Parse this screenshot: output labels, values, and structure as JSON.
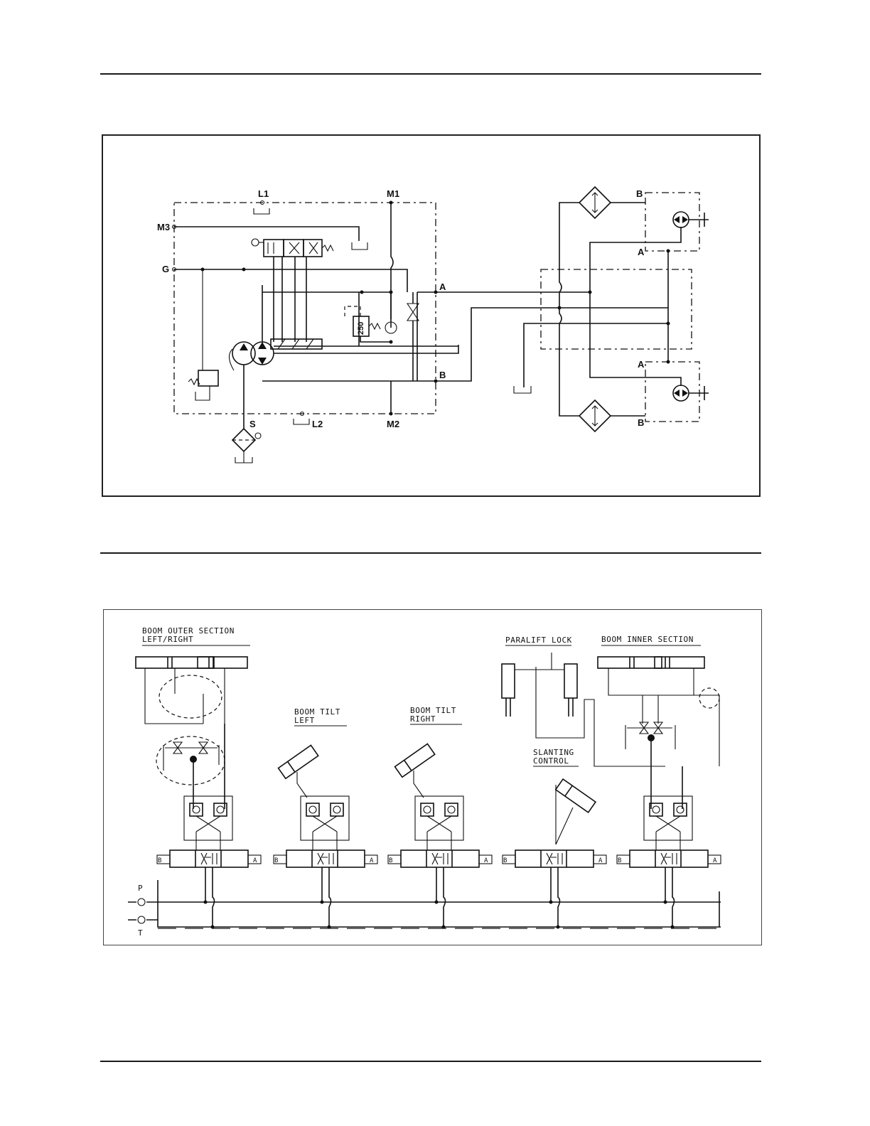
{
  "figure1": {
    "ports": {
      "l1": "L1",
      "m1": "M1",
      "m3": "M3",
      "g": "G",
      "a": "A",
      "b": "B",
      "s": "S",
      "l2": "L2",
      "m2": "M2",
      "motor_top_b": "B",
      "motor_top_a": "A",
      "motor_bot_a": "A",
      "motor_bot_b": "B"
    },
    "relief_setting": "250"
  },
  "figure2": {
    "labels": {
      "boom_outer_1": "BOOM OUTER SECTION",
      "boom_outer_2": "LEFT/RIGHT",
      "tilt_left_1": "BOOM TILT",
      "tilt_left_2": "LEFT",
      "tilt_right_1": "BOOM TILT",
      "tilt_right_2": "RIGHT",
      "paralift": "PARALIFT LOCK",
      "boom_inner": "BOOM INNER SECTION",
      "slanting_1": "SLANTING",
      "slanting_2": "CONTROL",
      "p": "P",
      "t": "T"
    },
    "valve_labels": {
      "b": "B",
      "a": "A"
    }
  }
}
